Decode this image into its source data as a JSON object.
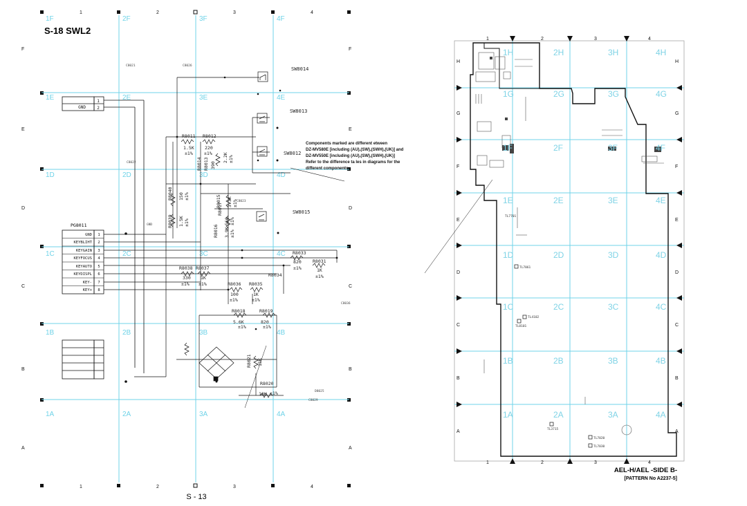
{
  "schematic": {
    "title": "S-18 SWL2",
    "col_labels": [
      "1",
      "2",
      "3",
      "4"
    ],
    "row_labels": [
      "F",
      "E",
      "D",
      "C",
      "B",
      "A"
    ],
    "zone_labels": [
      "1F",
      "2F",
      "3F",
      "4F",
      "1E",
      "2E",
      "3E",
      "4E",
      "1D",
      "2D",
      "3D",
      "4D",
      "1C",
      "2C",
      "3C",
      "4C",
      "1B",
      "2B",
      "3B",
      "4B",
      "1A",
      "2A",
      "3A",
      "4A"
    ],
    "connector_small": {
      "pins": [
        "1",
        "2"
      ],
      "signals": [
        "",
        "GND"
      ]
    },
    "connector_main": {
      "name": "PG8011",
      "pins": [
        "1",
        "2",
        "3",
        "4",
        "5",
        "6",
        "7",
        "8"
      ],
      "signals": [
        "GND",
        "KEYBLIHT",
        "KEYGAIN",
        "KEYFOCUS",
        "KEYAUTO",
        "KEYDISPL",
        "KEY-",
        "KEY+"
      ]
    },
    "switches": [
      "SW8014",
      "SW8013",
      "SW8012",
      "SW8015"
    ],
    "resistors": [
      {
        "ref": "R8011",
        "value": "1.5K",
        "tol": "±1%"
      },
      {
        "ref": "R8012",
        "value": "220",
        "tol": "±1%"
      },
      {
        "ref": "R8014",
        "value": "390",
        "tol": ""
      },
      {
        "ref": "R8013",
        "value": "2.2K",
        "tol": "±1%"
      },
      {
        "ref": "R8040",
        "value": "150",
        "tol": "±1%"
      },
      {
        "ref": "R8039",
        "value": "1.5K",
        "tol": "±1%"
      },
      {
        "ref": "R8015",
        "value": "3.3K",
        "tol": "±1%"
      },
      {
        "ref": "R8016",
        "value": "3.9K",
        "tol": "±1%"
      },
      {
        "ref": "R8017",
        "value": "560",
        "tol": "±1%"
      },
      {
        "ref": "R8033",
        "value": "820",
        "tol": "±1%"
      },
      {
        "ref": "R8031",
        "value": "1K",
        "tol": "±1%"
      },
      {
        "ref": "R8038",
        "value": "330",
        "tol": "±1%"
      },
      {
        "ref": "R8037",
        "value": "1K",
        "tol": "±1%"
      },
      {
        "ref": "R8034",
        "value": "",
        "": ""
      },
      {
        "ref": "R8036",
        "value": "100",
        "tol": "±1%"
      },
      {
        "ref": "R8035",
        "value": "1K",
        "tol": "±1%"
      },
      {
        "ref": "R8018",
        "value": "5.6K",
        "tol": "±1%"
      },
      {
        "ref": "R8019",
        "value": "820",
        "tol": "±1%"
      },
      {
        "ref": "R8021",
        "value": "15K",
        "tol": ""
      },
      {
        "ref": "R8020",
        "value": "10K",
        "tol": "±1%"
      }
    ],
    "misc_labels": [
      "GND",
      "C8021",
      "C8026",
      "D8025",
      "C8029",
      "C8036",
      "C8022",
      "C8023"
    ],
    "note_lines": [
      "Components marked   are different   etween",
      "DZ-MV580E [including (AU),(SW),(SWH),(UK)] and",
      "DZ-MV550E [including (AU),(SW),(SWH),(UK)]",
      "Refer to the difference ta  les in diagrams for the",
      "different components"
    ]
  },
  "pcb": {
    "col_labels": [
      "1",
      "2",
      "3",
      "4"
    ],
    "row_labels": [
      "H",
      "G",
      "F",
      "E",
      "D",
      "C",
      "B",
      "A"
    ],
    "zone_labels": [
      "1H",
      "2H",
      "3H",
      "4H",
      "1G",
      "2G",
      "3G",
      "4G",
      "1F",
      "2F",
      "3F",
      "4F",
      "1E",
      "2E",
      "3E",
      "4E",
      "1D",
      "2D",
      "3D",
      "4D",
      "1C",
      "2C",
      "3C",
      "4C",
      "1B",
      "2B",
      "3B",
      "4B",
      "1A",
      "2A",
      "3A",
      "4A"
    ],
    "test_points": [
      "TL7061",
      "TL4102",
      "TL8101",
      "TL3715",
      "TL7020",
      "TL7030",
      "TL7701"
    ],
    "title": "AEL-H/AEL -SIDE B-",
    "pattern": "[PATTERN No   A2237-5]"
  },
  "page_number": "S - 13"
}
